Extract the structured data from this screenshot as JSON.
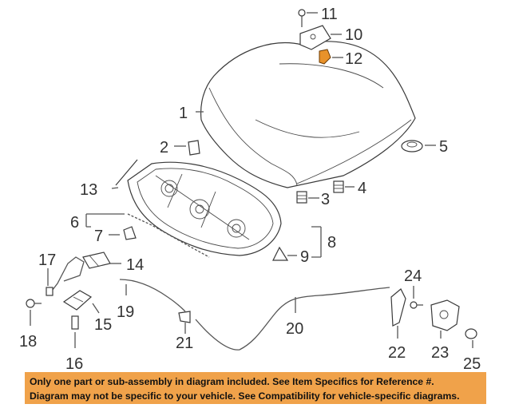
{
  "colors": {
    "highlight_part": "#e8922a",
    "footer_background": "#f0a24a",
    "lines": "#555555"
  },
  "callouts": {
    "c1": "1",
    "c2": "2",
    "c3": "3",
    "c4": "4",
    "c5": "5",
    "c6": "6",
    "c7": "7",
    "c8": "8",
    "c9": "9",
    "c10": "10",
    "c11": "11",
    "c12": "12",
    "c13": "13",
    "c14": "14",
    "c15": "15",
    "c16": "16",
    "c17": "17",
    "c18": "18",
    "c19": "19",
    "c20": "20",
    "c21": "21",
    "c22": "22",
    "c23": "23",
    "c24": "24",
    "c25": "25"
  },
  "footer": {
    "line1": "Only one part or sub-assembly in diagram included. See Item Specifics for Reference #.",
    "line2": "Diagram may not be specific to your vehicle. See Compatibility for vehicle-specific diagrams."
  }
}
